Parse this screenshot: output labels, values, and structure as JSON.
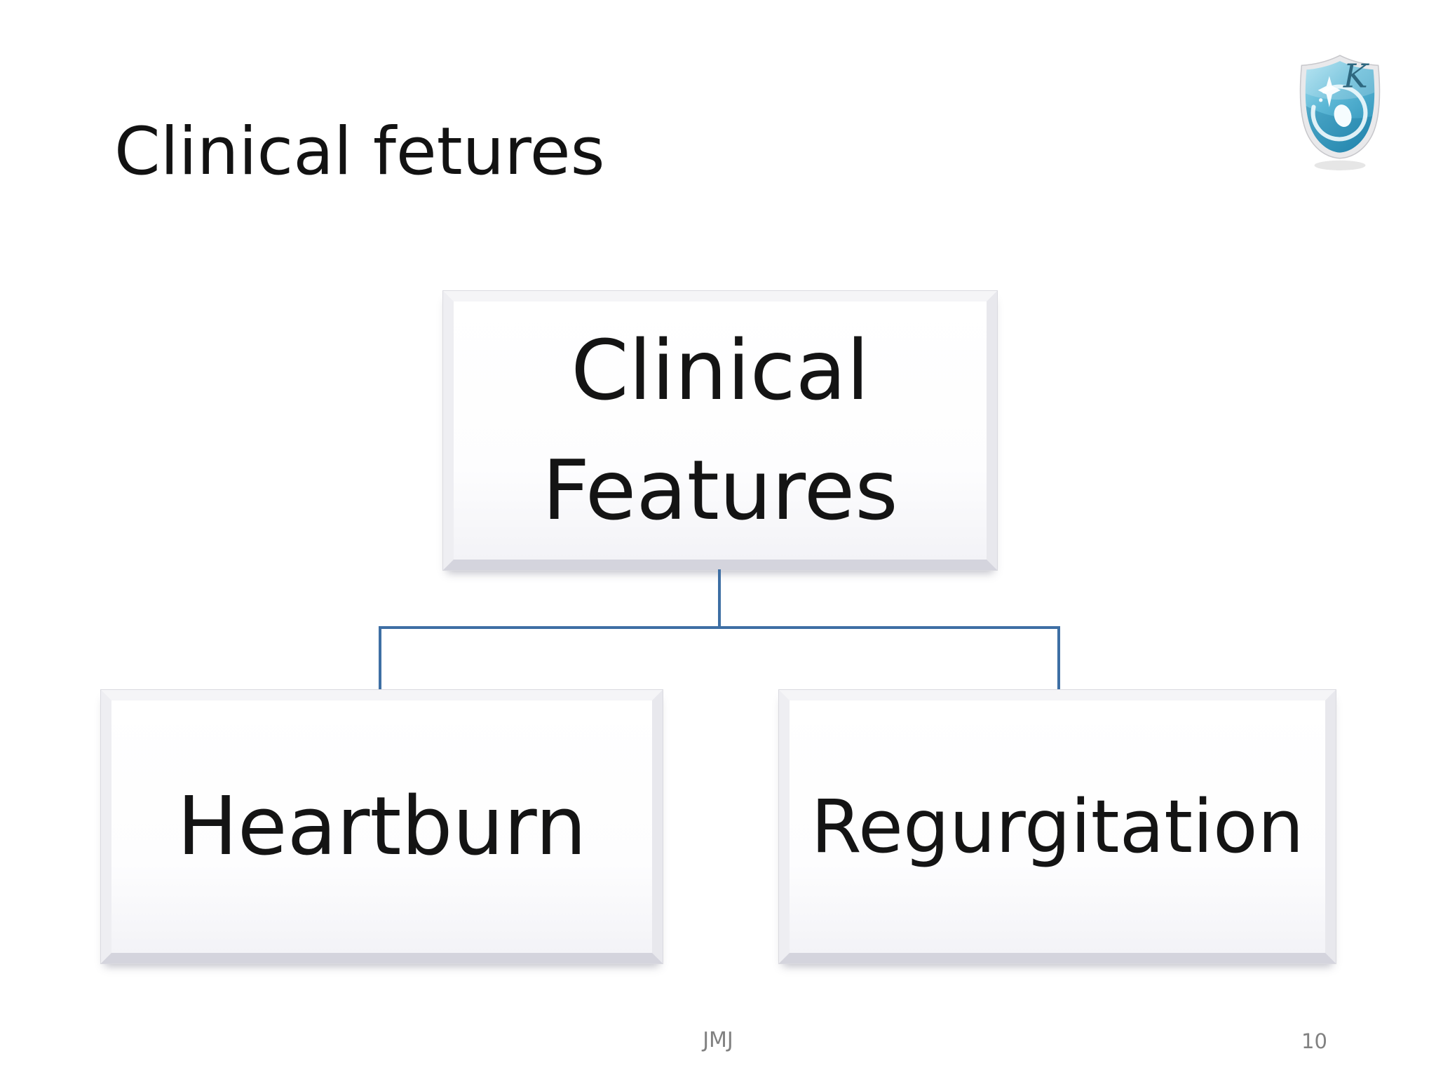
{
  "slide": {
    "title": "Clinical fetures",
    "footer": {
      "author": "JMJ",
      "page_number": "10"
    }
  },
  "logo": {
    "monogram": "K",
    "description": "blue shield emblem with sparkle circle"
  },
  "diagram": {
    "type": "hierarchy",
    "root": {
      "label": "Clinical Features"
    },
    "children": [
      {
        "label": "Heartburn"
      },
      {
        "label": "Regurgitation"
      }
    ]
  },
  "colors": {
    "connector": "#3e6fa4",
    "box_bevel_dark": "#d4d4dd",
    "box_bevel_light": "#f5f5f7",
    "text": "#141414",
    "footer_text": "#818181",
    "logo_blue_light": "#a6dff0",
    "logo_blue_dark": "#2f93ba",
    "logo_monogram": "#2e6880"
  }
}
